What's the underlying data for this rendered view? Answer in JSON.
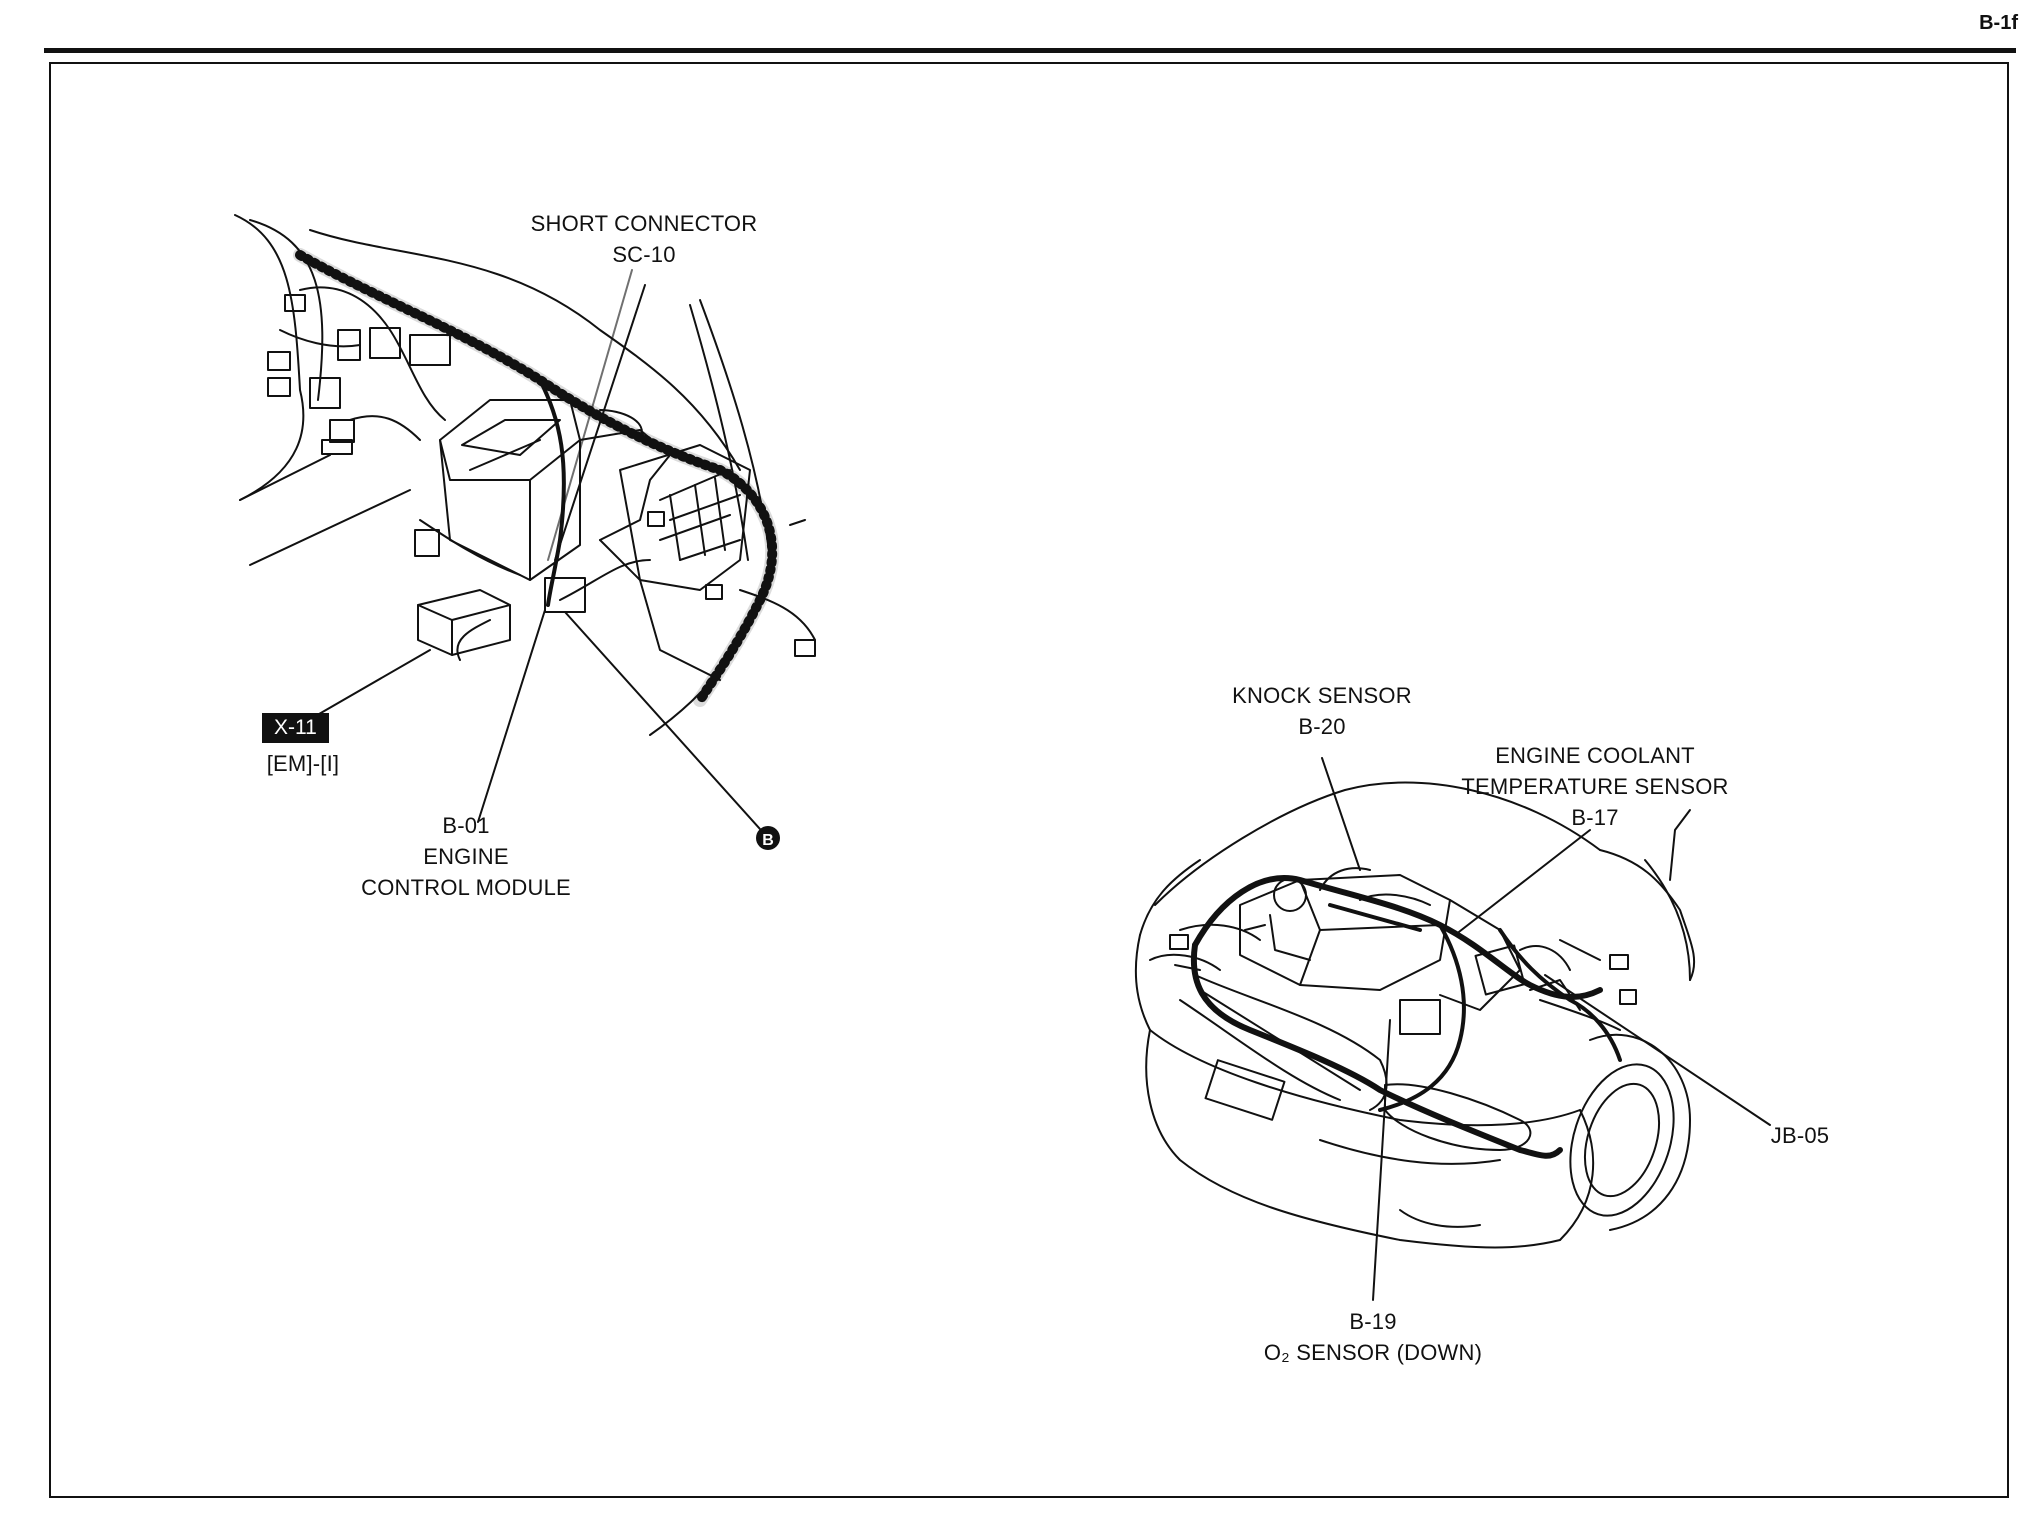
{
  "page_id": "B-1f",
  "labels": {
    "short_connector": {
      "line1": "SHORT CONNECTOR",
      "line2": "SC-10"
    },
    "ecm": {
      "line1": "B-01",
      "line2": "ENGINE",
      "line3": "CONTROL MODULE"
    },
    "x11": {
      "tag": "X-11",
      "ref": "[EM]-[I]"
    },
    "knock": {
      "line1": "KNOCK SENSOR",
      "line2": "B-20"
    },
    "coolant": {
      "line1": "ENGINE COOLANT",
      "line2": "TEMPERATURE SENSOR",
      "line3": "B-17"
    },
    "jb05": {
      "line1": "JB-05"
    },
    "o2": {
      "line1": "B-19",
      "line2": "O₂ SENSOR (DOWN)"
    }
  },
  "marker_glyph": "B"
}
